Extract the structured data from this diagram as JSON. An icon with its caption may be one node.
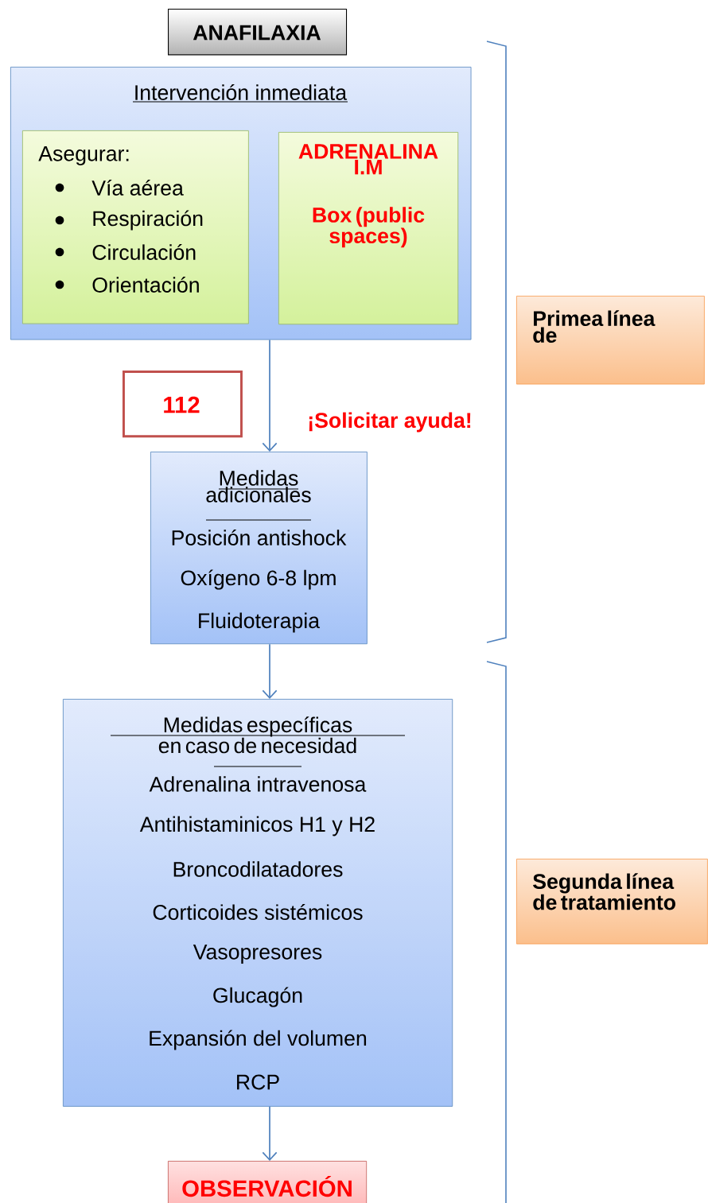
{
  "diagram": {
    "nodes": [
      {
        "text": [
          "ANAFILAXIA"
        ]
      },
      {
        "text": [
          "Intervención inmediata"
        ]
      },
      {
        "text": [
          "Asegurar:",
          "Vía aérea",
          "Respiración",
          "Circulación",
          "Orientación"
        ],
        "in": 1
      },
      {
        "text": [
          "ADRENALINA I.M",
          "Box (public spaces)"
        ],
        "in": 1
      },
      {
        "text": [
          "112"
        ]
      },
      {
        "text": [
          "Medidas adicionales",
          "Posición antishock",
          "Oxígeno 6-8 lpm",
          "Fluidoterapia"
        ]
      },
      {
        "text": [
          "Medidas específicas en caso de necesidad",
          "Adrenalina intravenosa",
          "Antihistaminicos H1 y H2",
          "Broncodilatadores",
          "Corticoides sistémicos",
          "Vasopresores",
          "Glucagón",
          "Expansión del volumen",
          "RCP"
        ]
      },
      {
        "text": [
          "OBSERVACIÓN"
        ]
      },
      {
        "text": [
          "Primea línea de"
        ]
      },
      {
        "text": [
          "Segunda línea de tratamiento"
        ]
      }
    ],
    "edges": [
      {
        "from": 1,
        "to": 5,
        "arrow": "to"
      },
      {
        "from": 5,
        "to": 6,
        "arrow": "to"
      },
      {
        "from": 6,
        "to": 7,
        "arrow": "to"
      }
    ],
    "labels": [
      "¡Solicitar ayuda!"
    ]
  }
}
